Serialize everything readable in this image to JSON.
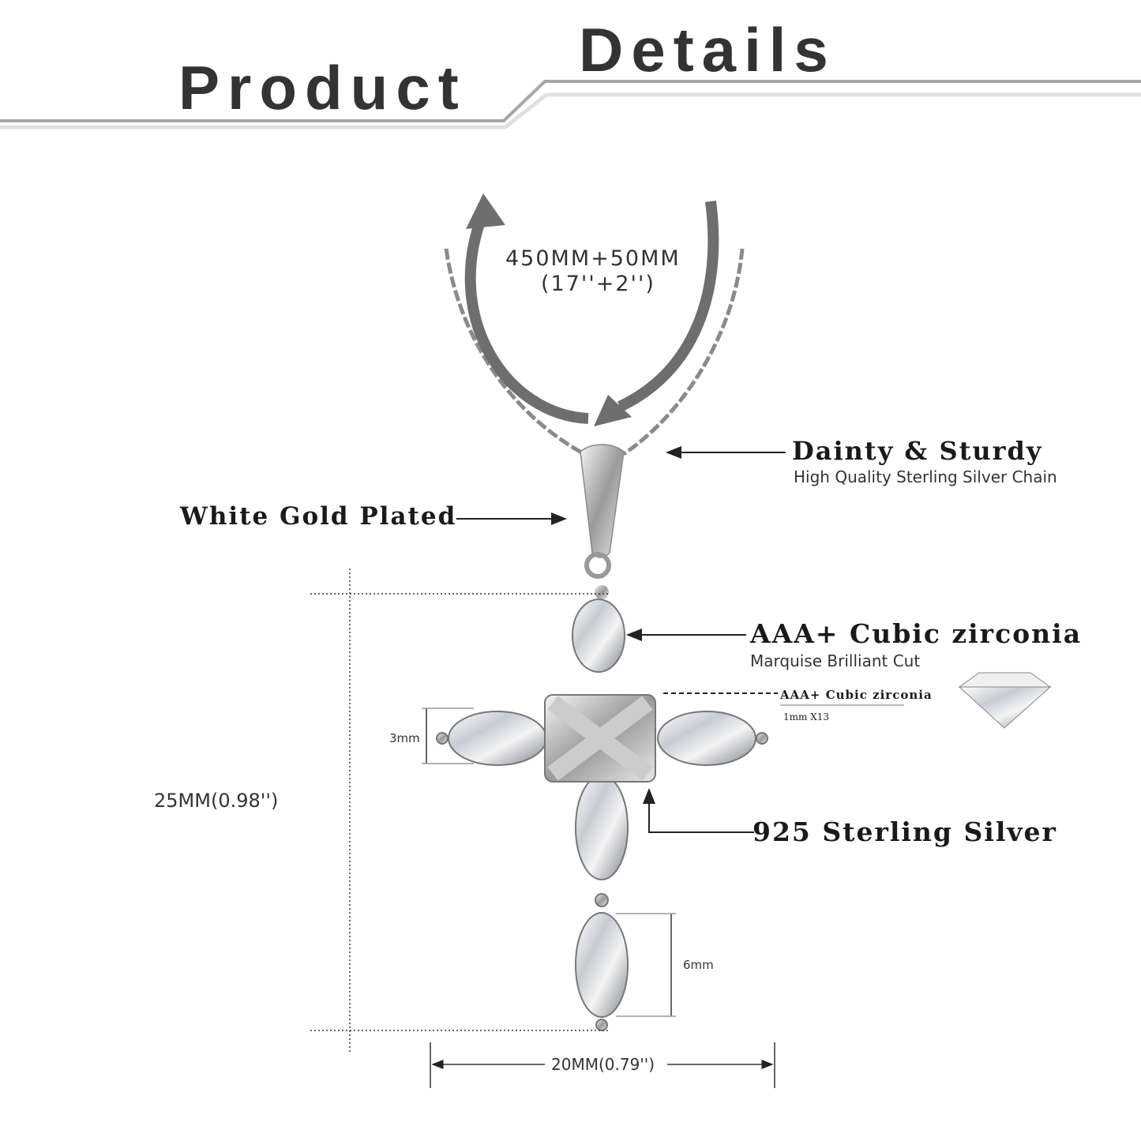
{
  "header": {
    "word1": "Product",
    "word2": "Details"
  },
  "chain": {
    "length_mm": "450MM+50MM",
    "length_in": "(17''+2'')"
  },
  "callouts": {
    "chain_title": "Dainty & Sturdy",
    "chain_subtitle": "High Quality Sterling Silver Chain",
    "plating": "White Gold Plated",
    "stone_title": "AAA+ Cubic zirconia",
    "stone_subtitle": "Marquise Brilliant Cut",
    "small_stone_title": "AAA+ Cubic zirconia",
    "small_stone_subtitle": "1mm X13",
    "metal": "925 Sterling Silver"
  },
  "dimensions": {
    "height": "25MM(0.98'')",
    "width": "20MM(0.79'')",
    "stone_width": "3mm",
    "stone_length": "6mm"
  },
  "colors": {
    "text": "#1a1a1a",
    "band_dark": "#a6a6a6",
    "band_light": "#e0e0e0",
    "arrow": "#6e6e6e"
  }
}
